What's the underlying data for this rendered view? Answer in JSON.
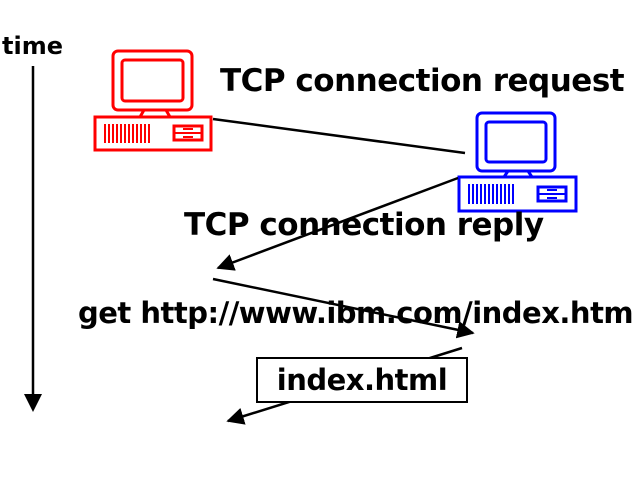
{
  "diagram": {
    "time_label": "time",
    "messages": {
      "tcp_request": "TCP connection request",
      "tcp_reply": "TCP connection reply",
      "http_get": "get http://www.ibm.com/index.htm",
      "file_response": "index.html"
    },
    "colors": {
      "client": "#ff0000",
      "server": "#0000ff",
      "ink": "#000000",
      "background": "#ffffff"
    },
    "icons": {
      "client": "desktop-computer-icon",
      "server": "desktop-computer-icon"
    }
  }
}
